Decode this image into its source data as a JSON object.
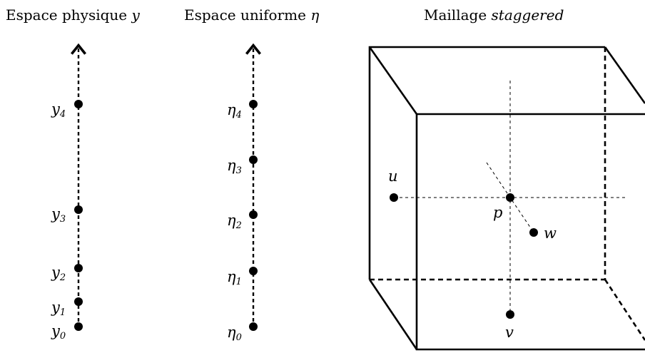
{
  "titles": {
    "physical_prefix": "Espace physique",
    "physical_var": "y",
    "uniform_prefix": "Espace uniforme",
    "uniform_var": "η",
    "mesh_prefix": "Maillage",
    "mesh_word": "staggered"
  },
  "physical_axis": {
    "labels": [
      {
        "base": "y",
        "sub": "0"
      },
      {
        "base": "y",
        "sub": "1"
      },
      {
        "base": "y",
        "sub": "2"
      },
      {
        "base": "y",
        "sub": "3"
      },
      {
        "base": "y",
        "sub": "4"
      }
    ]
  },
  "uniform_axis": {
    "labels": [
      {
        "base": "η",
        "sub": "0"
      },
      {
        "base": "η",
        "sub": "1"
      },
      {
        "base": "η",
        "sub": "2"
      },
      {
        "base": "η",
        "sub": "3"
      },
      {
        "base": "η",
        "sub": "4"
      }
    ]
  },
  "mesh_nodes": {
    "u": "u",
    "p": "p",
    "w": "w",
    "v": "v"
  }
}
